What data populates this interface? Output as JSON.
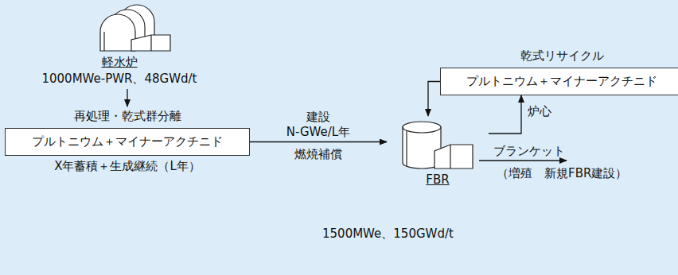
{
  "diagram": {
    "nodes": [
      {
        "text": [
          "軽水炉",
          "1000MWe-PWR、48GWd/t"
        ]
      },
      {
        "text": [
          "再処理・乾式群分離",
          "プルトニウム＋マイナーアクチニド",
          "X年蓄積＋生成継続（L年）"
        ]
      },
      {
        "text": [
          "FBR"
        ]
      },
      {
        "text": [
          "乾式リサイクル",
          "プルトニウム＋マイナーアクチニド"
        ]
      }
    ],
    "edges": [
      {
        "from": 0,
        "to": 1,
        "arrow": "to"
      },
      {
        "from": 1,
        "to": 2,
        "arrow": "to",
        "label": "建設"
      },
      {
        "from": 2,
        "to": 3,
        "arrow": "to",
        "label": "炉心"
      },
      {
        "from": 3,
        "to": 2,
        "arrow": "to"
      }
    ],
    "labels": [
      "N-GWe/L年",
      "燃焼補償",
      "ブランケット",
      "（増殖　新規FBR建設）",
      "1500MWe、150GWd/t"
    ]
  }
}
